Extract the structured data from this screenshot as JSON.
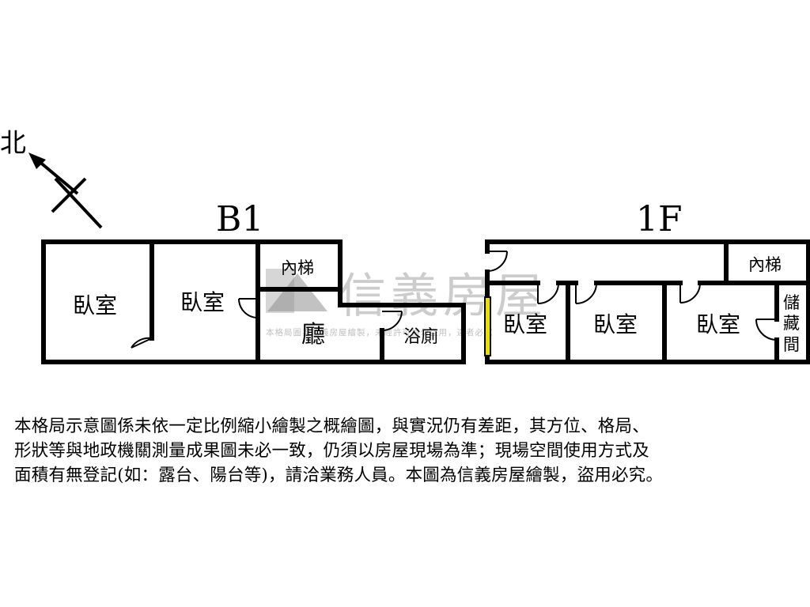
{
  "compass": {
    "north_label": "北"
  },
  "floors": {
    "b1": {
      "label": "B1",
      "rooms": {
        "bedroom_1": "臥室",
        "bedroom_2": "臥室",
        "stairs": "內梯",
        "living": "廳",
        "bathroom": "浴廁"
      }
    },
    "f1": {
      "label": "1F",
      "rooms": {
        "bedroom_1": "臥室",
        "bedroom_2": "臥室",
        "bedroom_3": "臥室",
        "stairs": "內梯",
        "storage": [
          "儲",
          "藏",
          "間"
        ]
      }
    }
  },
  "watermark": {
    "brand": "信義房屋",
    "small": "本格局圖為信義房屋繪製，未經許可請勿盜用，違者必究"
  },
  "disclaimer": {
    "lines": [
      "本格局示意圖係未依一定比例縮小繪製之概繪圖，與實況仍有差距，其方位、格局、",
      "形狀等與地政機關測量成果圖未必一致，仍須以房屋現場為準；現場空間使用方式及",
      "面積有無登記(如：露台、陽台等)，請洽業務人員。本圖為信義房屋繪製，盜用必究。"
    ]
  },
  "colors": {
    "wall": "#000000",
    "watermark_gray": "#9a9a9a",
    "window_yellow": "#e8e000"
  }
}
